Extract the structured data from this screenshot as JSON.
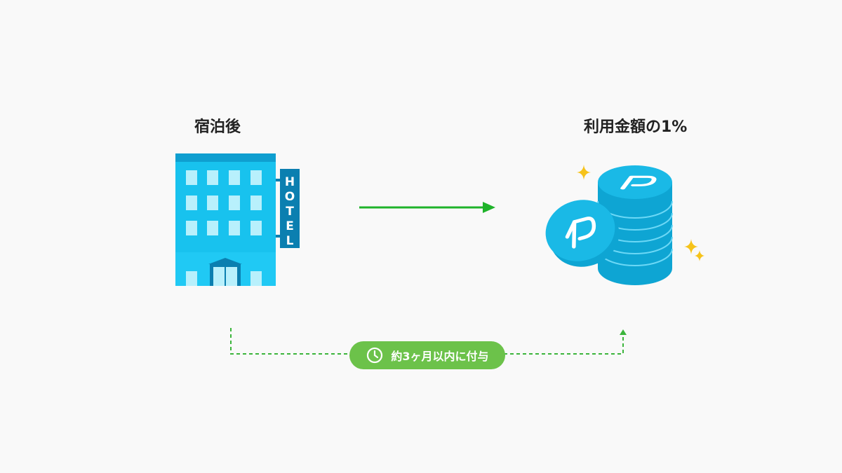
{
  "flow": {
    "source_label": "宿泊後",
    "source_sign_text": "HOTEL",
    "target_label": "利用金額の1%",
    "timing_badge": "約3ヶ月以内に付与",
    "timing_icon": "clock-icon"
  },
  "colors": {
    "background": "#f9f9f9",
    "arrow": "#1fb32a",
    "dashed_line": "#3cb53c",
    "badge": "#6cc24a",
    "building": "#18c2ee",
    "sign": "#0b7fb0",
    "coin": "#1ab9e6",
    "sparkle": "#f6c31a"
  },
  "icons": [
    "hotel-building-icon",
    "coin-stack-icon",
    "coin-icon",
    "sparkle-icon"
  ]
}
